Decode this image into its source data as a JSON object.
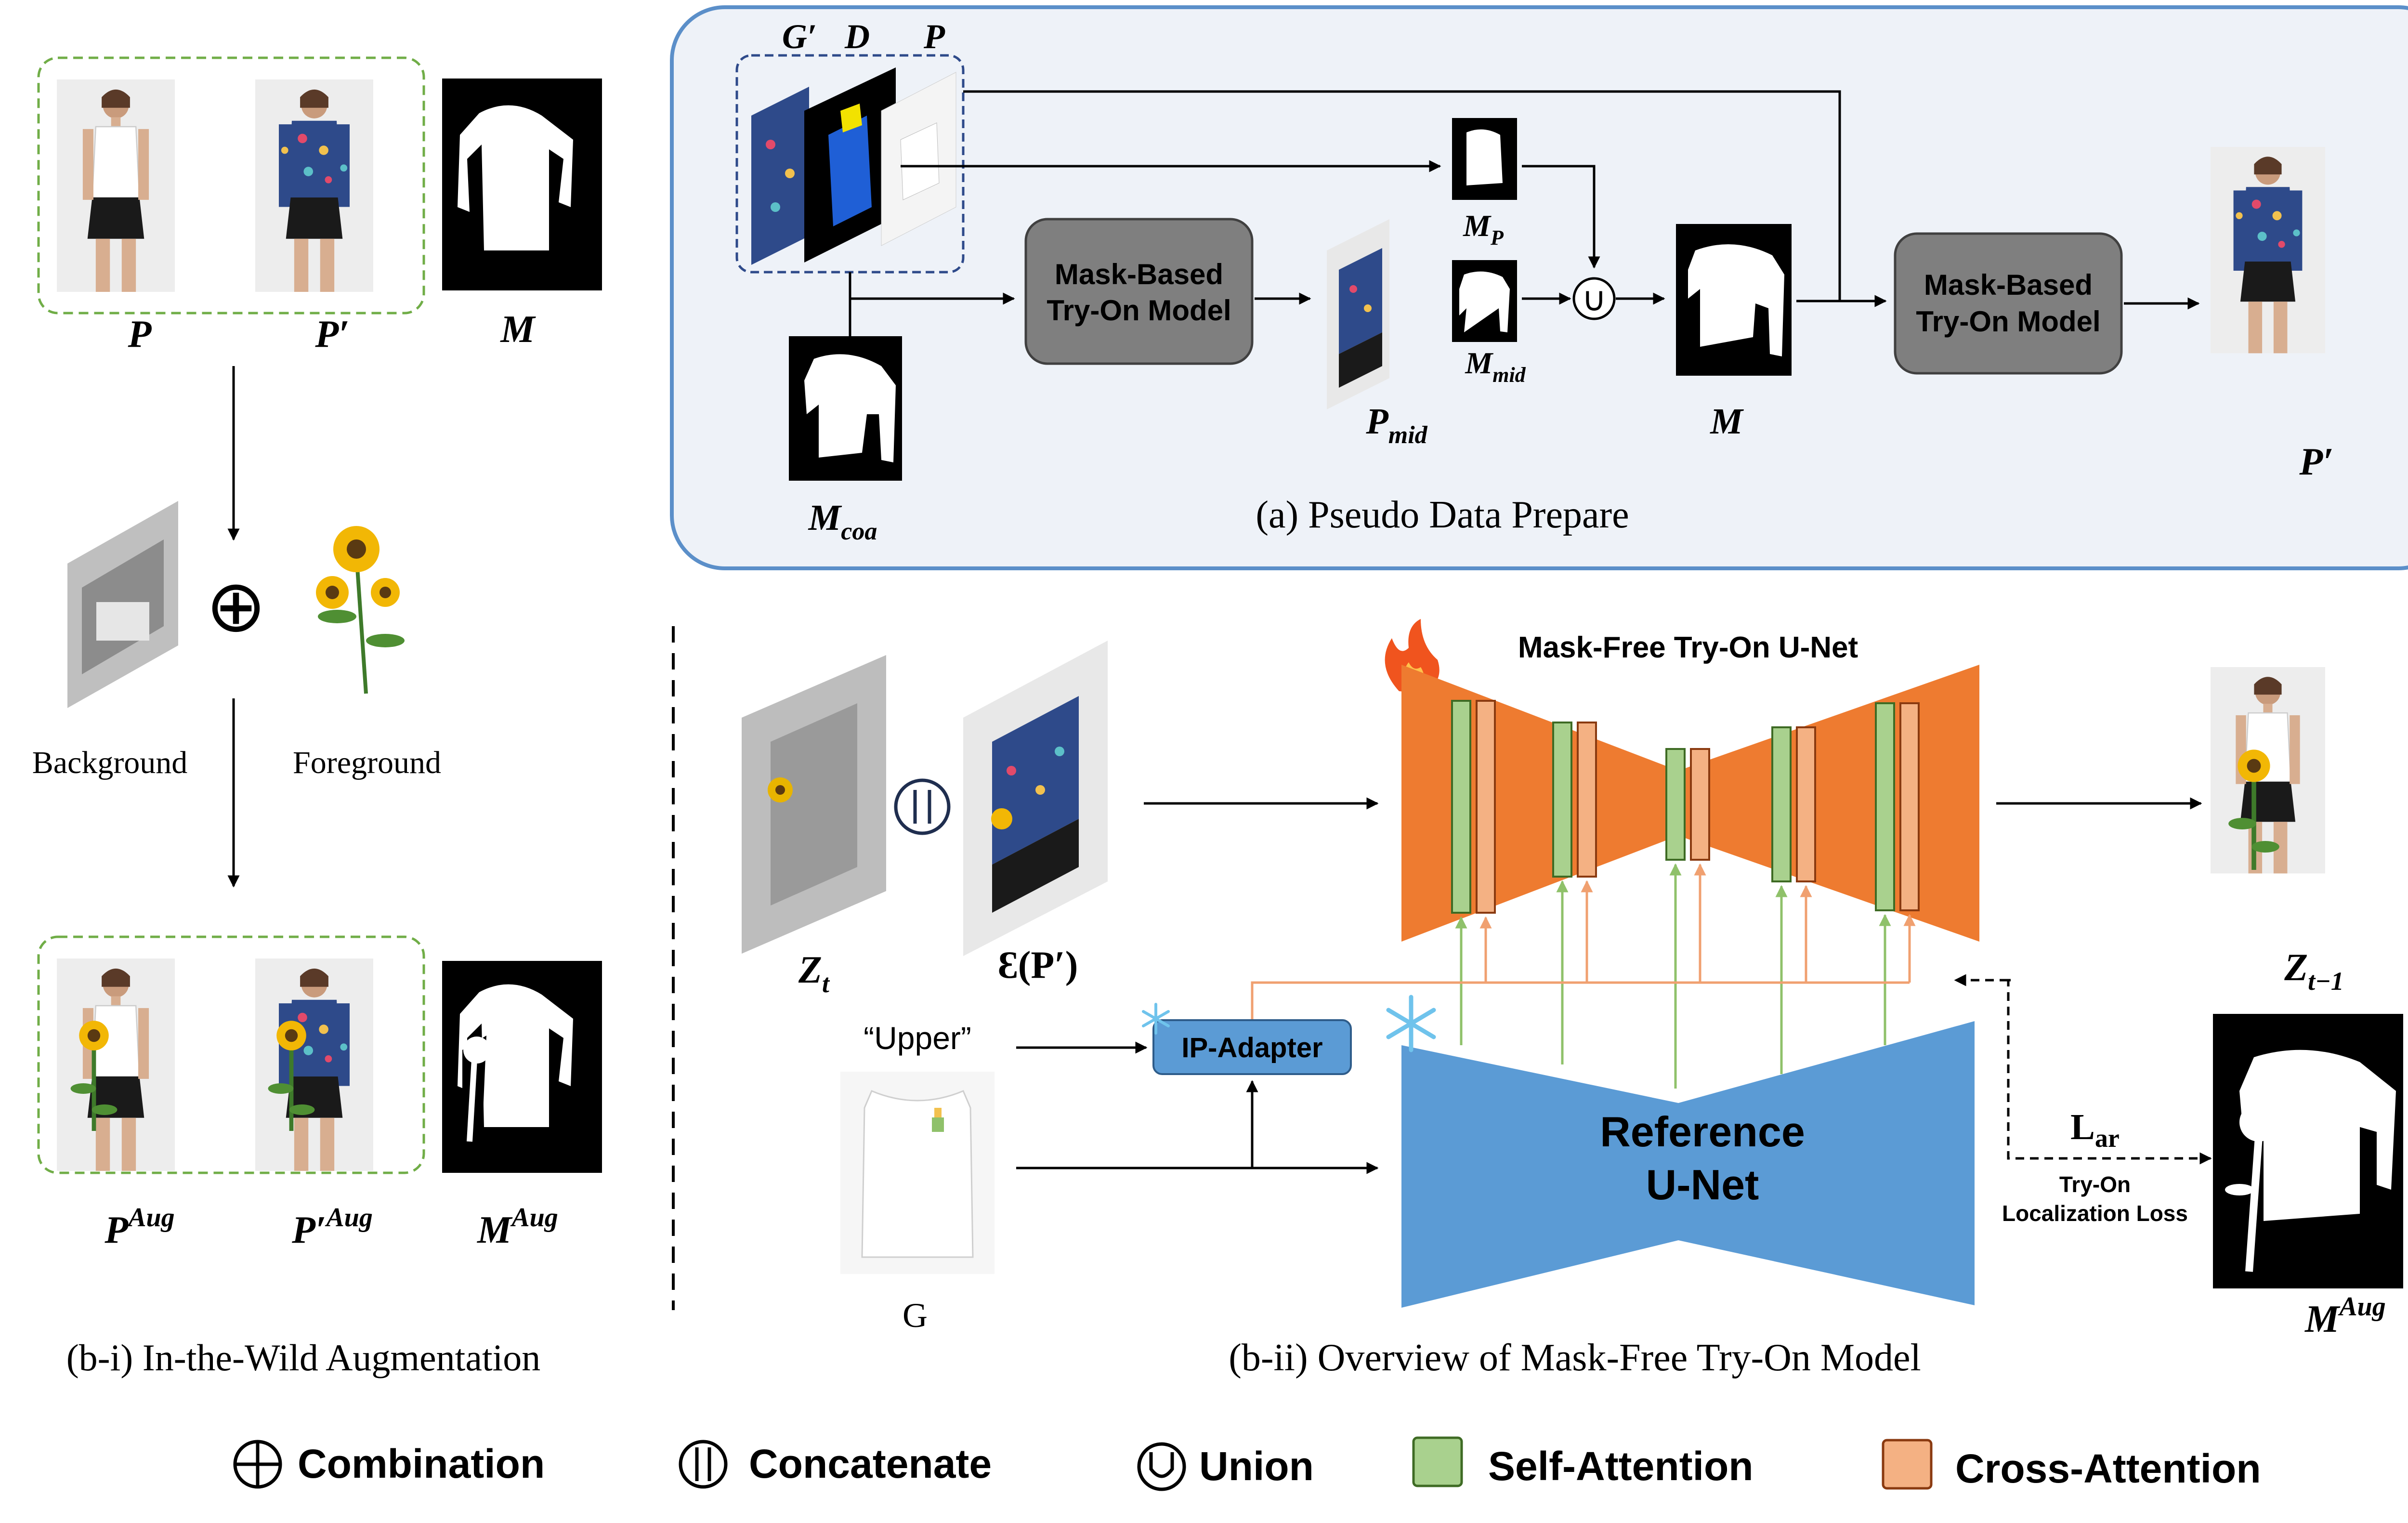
{
  "left_panel": {
    "caption": "(b-i) In-the-Wild Augmentation",
    "label_p": "P",
    "label_p_prime": "P′",
    "label_m": "M",
    "label_background": "Background",
    "label_foreground": "Foreground",
    "label_p_aug_base": "P",
    "label_p_aug_sup": "Aug",
    "label_pp_aug_base": "P′",
    "label_pp_aug_sup": "Aug",
    "label_m_aug_base": "M",
    "label_m_aug_sup": "Aug",
    "combine_symbol": "⊕"
  },
  "top_panel": {
    "caption": "(a) Pseudo Data Prepare",
    "label_g_prime": "G′",
    "label_d": "D",
    "label_p": "P",
    "mask_based_model_1": [
      "Mask-Based",
      "Try-On Model"
    ],
    "mask_based_model_2": [
      "Mask-Based",
      "Try-On Model"
    ],
    "label_m_coa_base": "M",
    "label_m_coa_sub": "coa",
    "label_m_p_base": "M",
    "label_m_p_sub": "P",
    "label_m_mid_base": "M",
    "label_m_mid_sub": "mid",
    "label_p_mid_base": "P",
    "label_p_mid_sub": "mid",
    "label_m": "M",
    "label_p_prime": "P′",
    "union_symbol": "∪"
  },
  "bottom_panel": {
    "caption": "(b-ii) Overview of Mask-Free Try-On Model",
    "unet_title": "Mask-Free Try-On U-Net",
    "reference_unet": [
      "Reference",
      "U-Net"
    ],
    "ip_adapter": "IP-Adapter",
    "upper_text": "“Upper”",
    "label_g": "G",
    "label_zt_base": "Z",
    "label_zt_sub": "t",
    "label_ep": "Ɛ(P′)",
    "label_zt1_base": "Z",
    "label_zt1_sub": "t−1",
    "loss_base": "L",
    "loss_sub": "ar",
    "loss_desc": [
      "Try-On",
      "Localization Loss"
    ],
    "label_m_aug_base": "M",
    "label_m_aug_sup": "Aug",
    "fire_icon": "fire-icon",
    "snowflake_icon": "snowflake-icon"
  },
  "legend": {
    "combination": "Combination",
    "concatenate": "Concatenate",
    "union": "Union",
    "self_attention": "Self-Attention",
    "cross_attention": "Cross-Attention"
  },
  "colors": {
    "panel_fill": "#EEF2F8",
    "panel_border": "#5B8FC9",
    "box_gray": "#7F7F7F",
    "unet_orange": "#EE7B30",
    "unet_blue": "#5B9BD5",
    "self_attn": "#A9D18E",
    "cross_attn": "#F4B183",
    "green_dash": "#70AD47",
    "ip_blue": "#5B9BD5"
  }
}
